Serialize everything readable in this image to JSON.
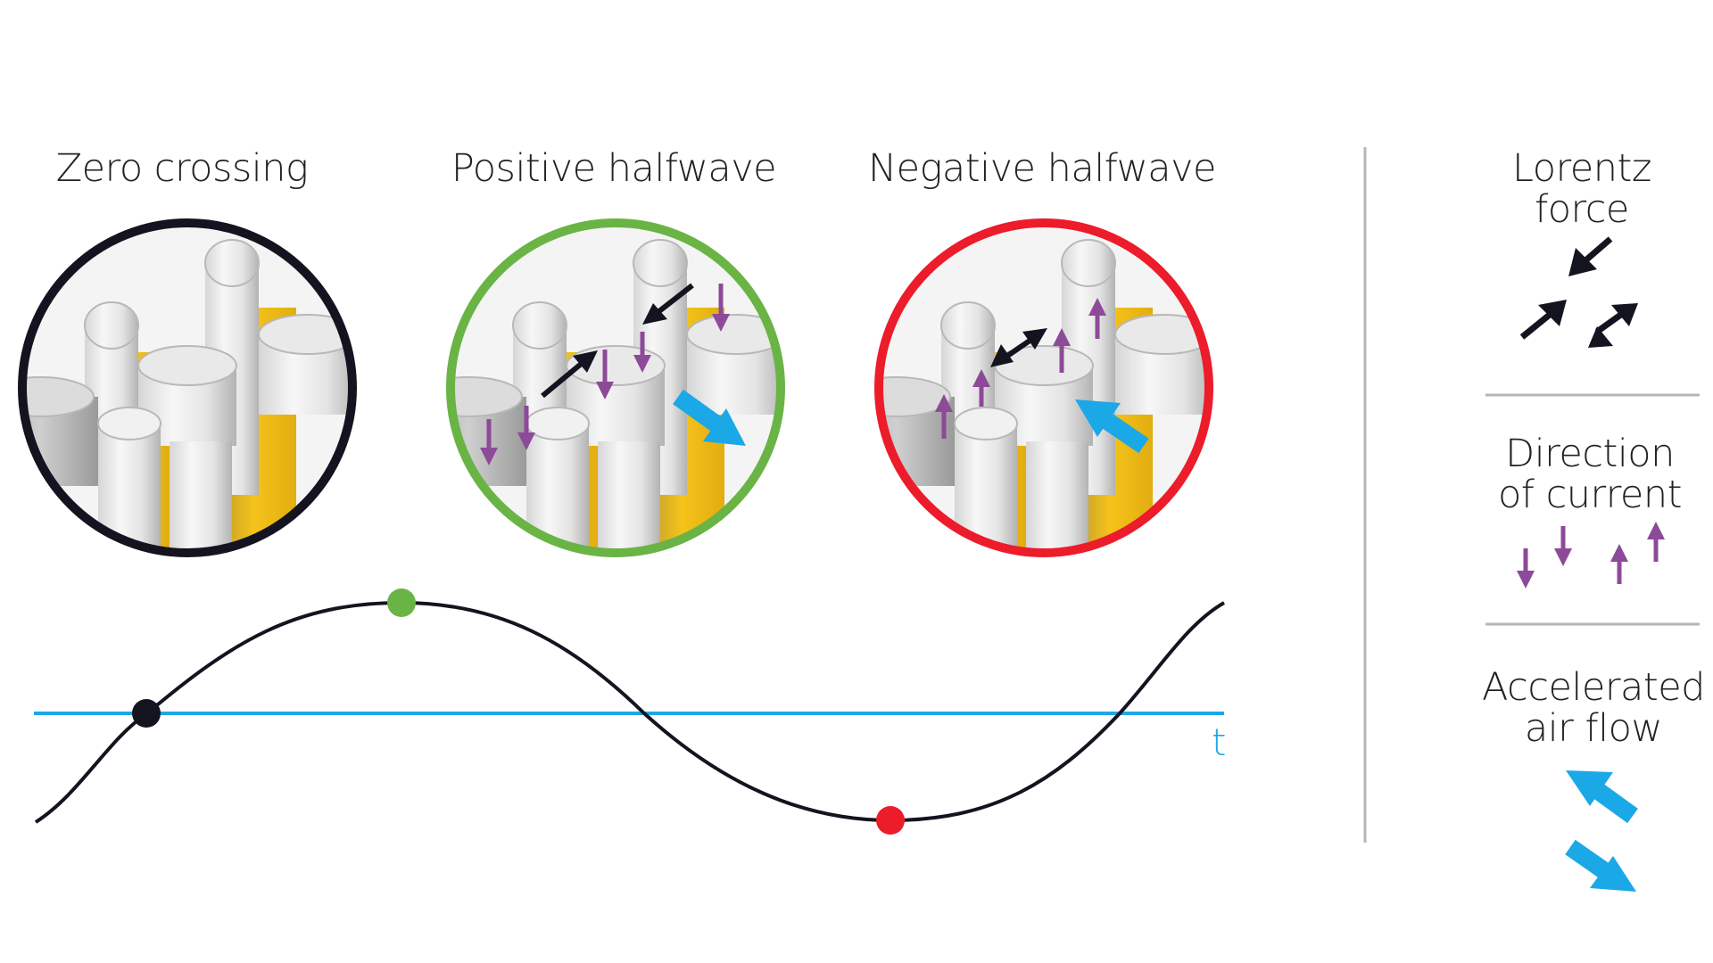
{
  "panels": [
    {
      "title": "Zero crossing",
      "ring_color": "#141420"
    },
    {
      "title": "Positive halfwave",
      "ring_color": "#6ab445"
    },
    {
      "title": "Negative halfwave",
      "ring_color": "#ec1c2b"
    }
  ],
  "legend": {
    "lorentz": {
      "line1": "Lorentz",
      "line2": "force"
    },
    "current": {
      "line1": "Direction",
      "line2": "of current"
    },
    "airflow": {
      "line1": "Accelerated",
      "line2": "air flow"
    }
  },
  "graph": {
    "axis_label": "t",
    "axis_color": "#1ba8e6",
    "markers": [
      {
        "name": "zero",
        "color": "#141420"
      },
      {
        "name": "positive-peak",
        "color": "#6ab445"
      },
      {
        "name": "negative-peak",
        "color": "#ec1c2b"
      }
    ]
  },
  "colors": {
    "lorentz_arrow": "#141420",
    "current_arrow": "#8d4a98",
    "airflow_arrow": "#1ba8e6",
    "conductor": "#f2bf1a",
    "metal": "#c8c8c8"
  }
}
